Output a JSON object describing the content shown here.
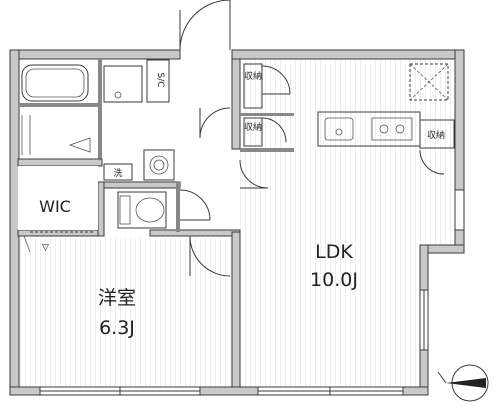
{
  "rooms": {
    "ldk_name": "LDK",
    "ldk_size": "10.0J",
    "western_name": "洋室",
    "western_size": "6.3J",
    "wic": "WIC",
    "sic": "S/C",
    "storage1": "収納",
    "storage2": "収納",
    "storage3": "収納",
    "wash": "洗"
  }
}
